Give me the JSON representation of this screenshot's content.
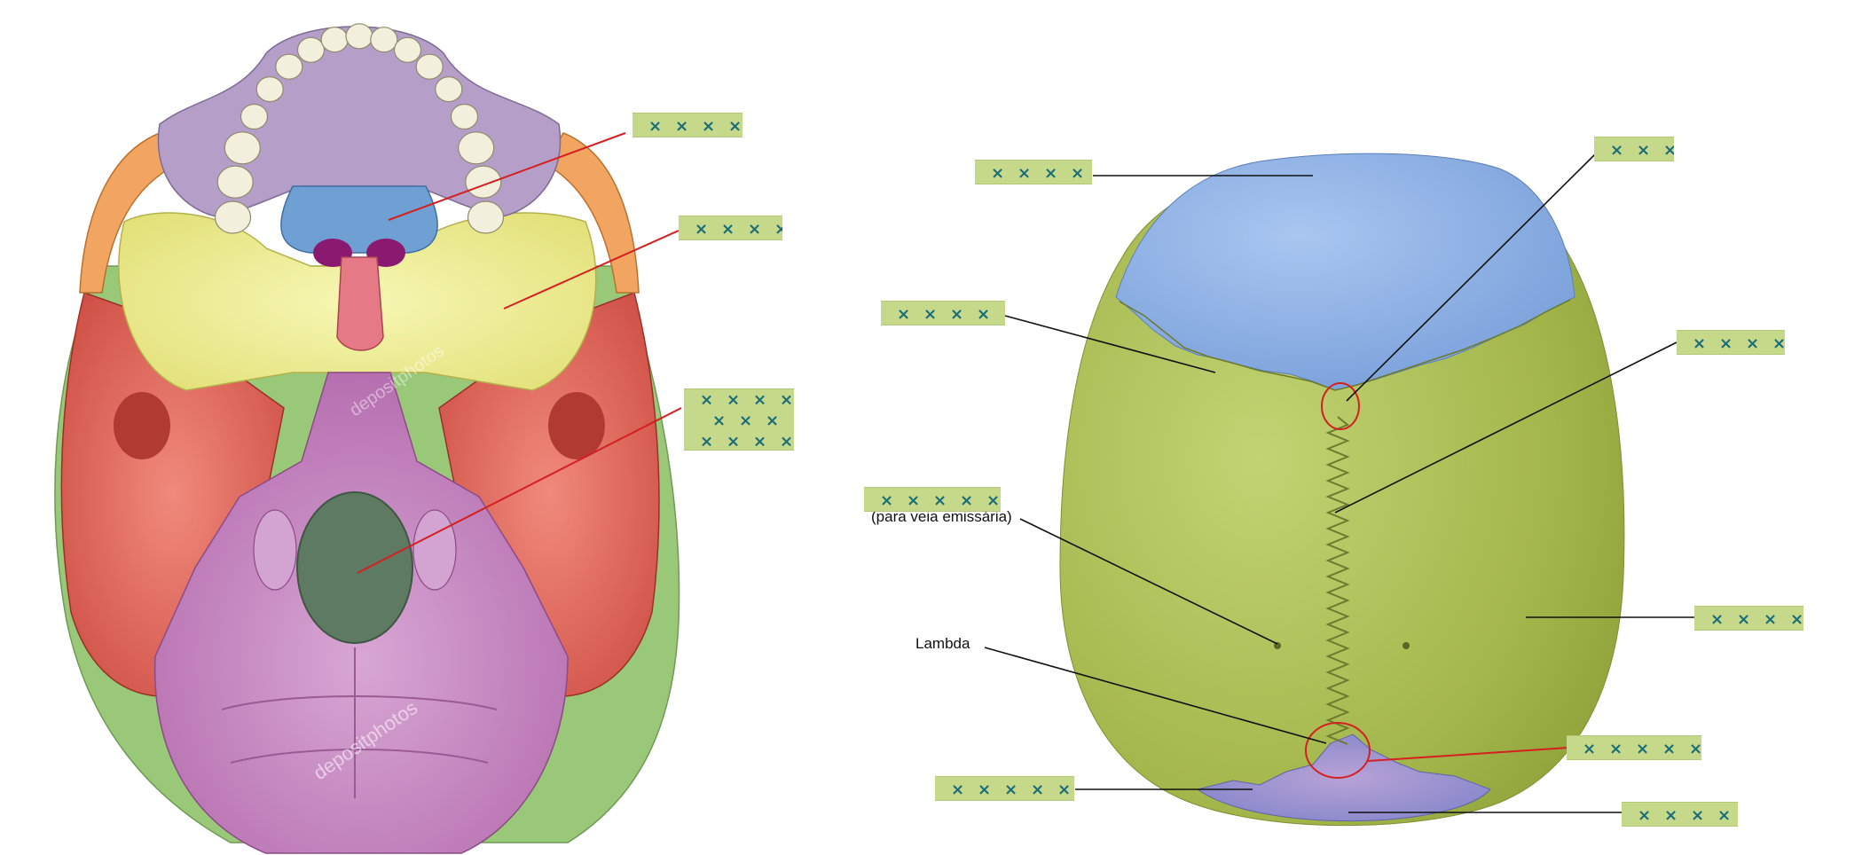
{
  "left_figure": {
    "name": "skull-base-inferior-view",
    "watermark_text": "depositphotos",
    "bone_colors": {
      "maxilla": "#b59fc8",
      "palatine": "#6fa0d4",
      "sphenoid": "#eef094",
      "temporal": "#e46a5e",
      "occipital": "#c98bc4",
      "zygomatic": "#f1a560",
      "parietal": "#98c878"
    },
    "leader_line_color": "#d42020"
  },
  "right_figure": {
    "name": "skull-calvaria-superior-view",
    "bone_colors": {
      "frontal": "#89aee6",
      "parietal": "#a7b94e",
      "occipital": "#8c93d3"
    },
    "labels": {
      "parietal_foramen_note": "(para veia emissária)",
      "lambda": "Lambda"
    },
    "leader_line_color": "#111111",
    "highlight_color": "#d42020"
  },
  "icons": {
    "redaction": "x-mark-tape"
  },
  "redaction_tape_color": "#c6d98a",
  "redaction_mark_color": "#1a6c78"
}
